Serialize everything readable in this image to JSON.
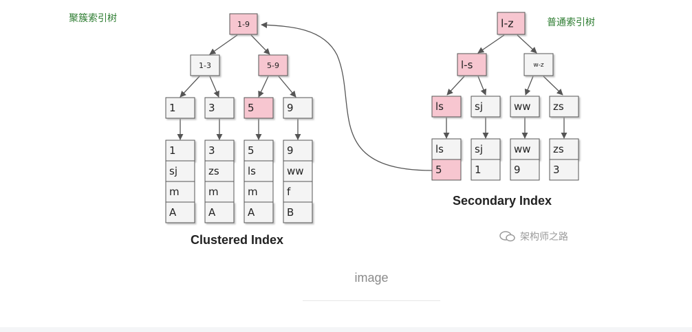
{
  "notes": {
    "clustered_tree": "聚簇索引树",
    "secondary_tree": "普通索引树"
  },
  "colors": {
    "highlight": "#f7c6d0",
    "node": "#f4f4f4",
    "border": "#555555",
    "note_text": "#2e7d32"
  },
  "clustered": {
    "caption": "Clustered Index",
    "root": "1-9",
    "internal": [
      "1-3",
      "5-9"
    ],
    "keys": [
      "1",
      "3",
      "5",
      "9"
    ],
    "rows": [
      [
        "1",
        "sj",
        "m",
        "A"
      ],
      [
        "3",
        "zs",
        "m",
        "A"
      ],
      [
        "5",
        "ls",
        "m",
        "A"
      ],
      [
        "9",
        "ww",
        "f",
        "B"
      ]
    ]
  },
  "secondary": {
    "caption": "Secondary Index",
    "root": "l-z",
    "internal": [
      "l-s",
      "w-z"
    ],
    "keys": [
      "ls",
      "sj",
      "ww",
      "zs"
    ],
    "entries": [
      [
        "ls",
        "5"
      ],
      [
        "sj",
        "1"
      ],
      [
        "ww",
        "9"
      ],
      [
        "zs",
        "3"
      ]
    ]
  },
  "watermark": "架构师之路",
  "image_caption": "image"
}
